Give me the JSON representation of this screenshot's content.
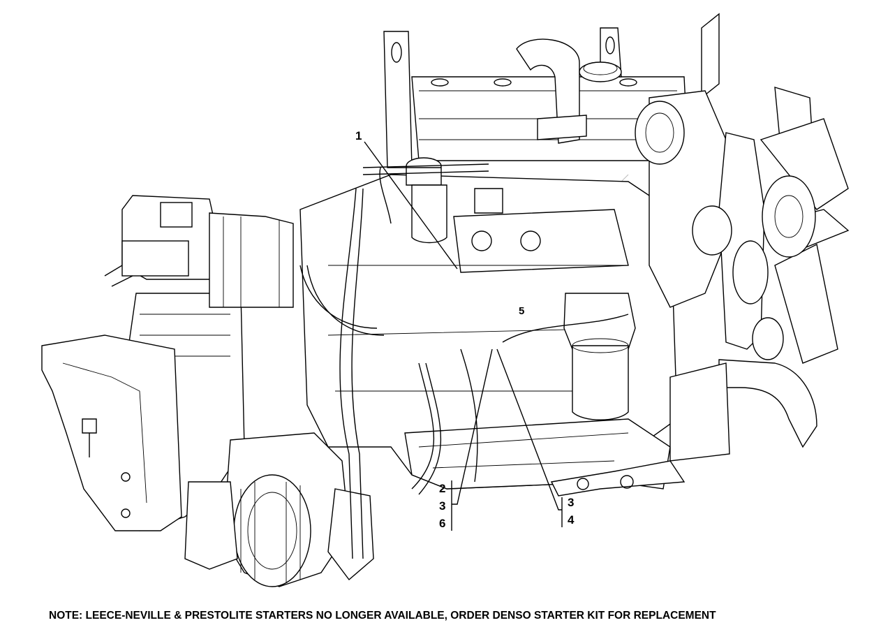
{
  "callouts": {
    "c1": "1",
    "c2a": "2",
    "c2b": "3",
    "c2c": "6",
    "c3a": "3",
    "c3b": "4",
    "c5": "5"
  },
  "note": "NOTE:   LEECE-NEVILLE & PRESTOLITE STARTERS NO LONGER AVAILABLE, ORDER DENSO STARTER KIT FOR REPLACEMENT"
}
